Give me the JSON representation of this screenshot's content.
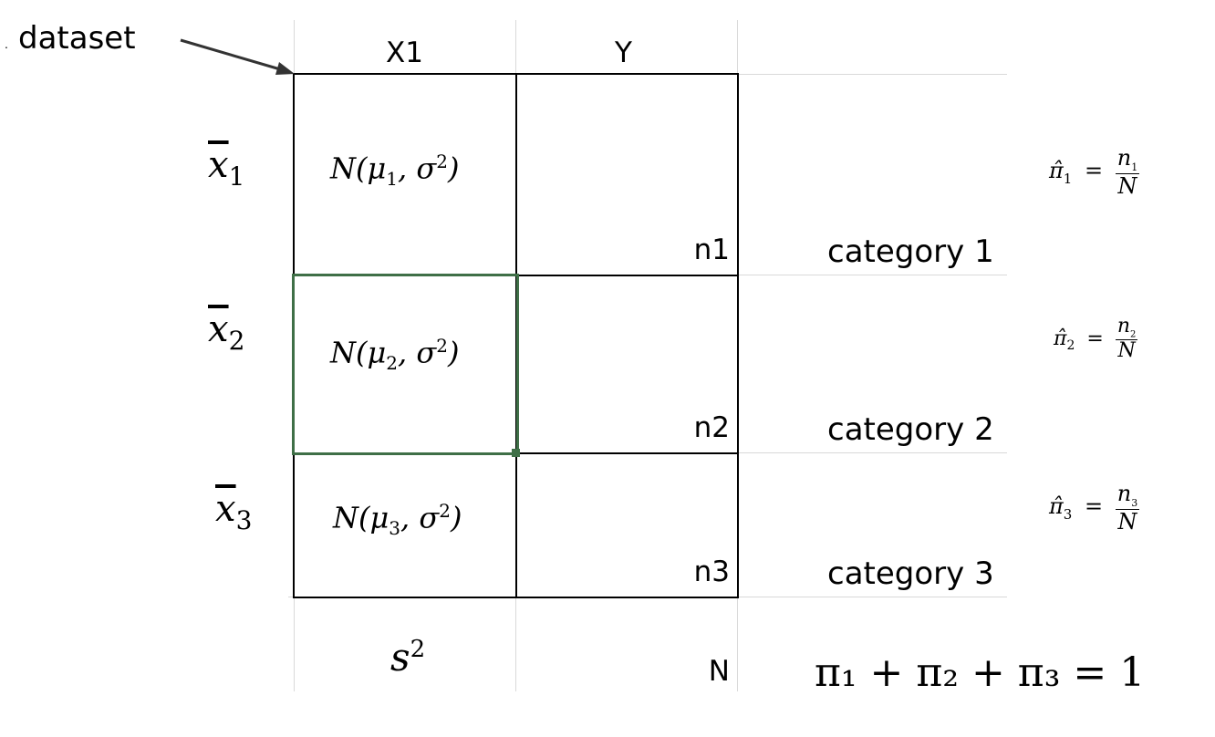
{
  "annotation": {
    "label": "dataset",
    "marker": "."
  },
  "headers": {
    "x1": "X1",
    "y": "Y"
  },
  "rows": [
    {
      "mean_symbol": "x",
      "mean_sub": "1",
      "distribution": "N(μ",
      "dist_sub": "1",
      "dist_tail": ", σ",
      "dist_sup": "2",
      "dist_close": ")",
      "count": "n1",
      "category": "category 1",
      "pi_hat": "π̂",
      "pi_sub": "1",
      "pi_num": "n",
      "pi_num_sub": "1",
      "pi_den": "N"
    },
    {
      "mean_symbol": "x",
      "mean_sub": "2",
      "distribution": "N(μ",
      "dist_sub": "2",
      "dist_tail": ", σ",
      "dist_sup": "2",
      "dist_close": ")",
      "count": "n2",
      "category": "category 2",
      "pi_hat": "π̂",
      "pi_sub": "2",
      "pi_num": "n",
      "pi_num_sub": "2",
      "pi_den": "N"
    },
    {
      "mean_symbol": "x",
      "mean_sub": "3",
      "distribution": "N(μ",
      "dist_sub": "3",
      "dist_tail": ", σ",
      "dist_sup": "2",
      "dist_close": ")",
      "count": "n3",
      "category": "category 3",
      "pi_hat": "π̂",
      "pi_sub": "3",
      "pi_num": "n",
      "pi_num_sub": "3",
      "pi_den": "N"
    }
  ],
  "footer": {
    "variance": "s",
    "variance_sup": "2",
    "total": "N",
    "sum_eq": "π₁ + π₂ + π₃ = 1"
  },
  "eq_sign": "=",
  "colors": {
    "highlight": "#3f6f47",
    "grid": "#d9d9d9",
    "border": "#000000"
  }
}
